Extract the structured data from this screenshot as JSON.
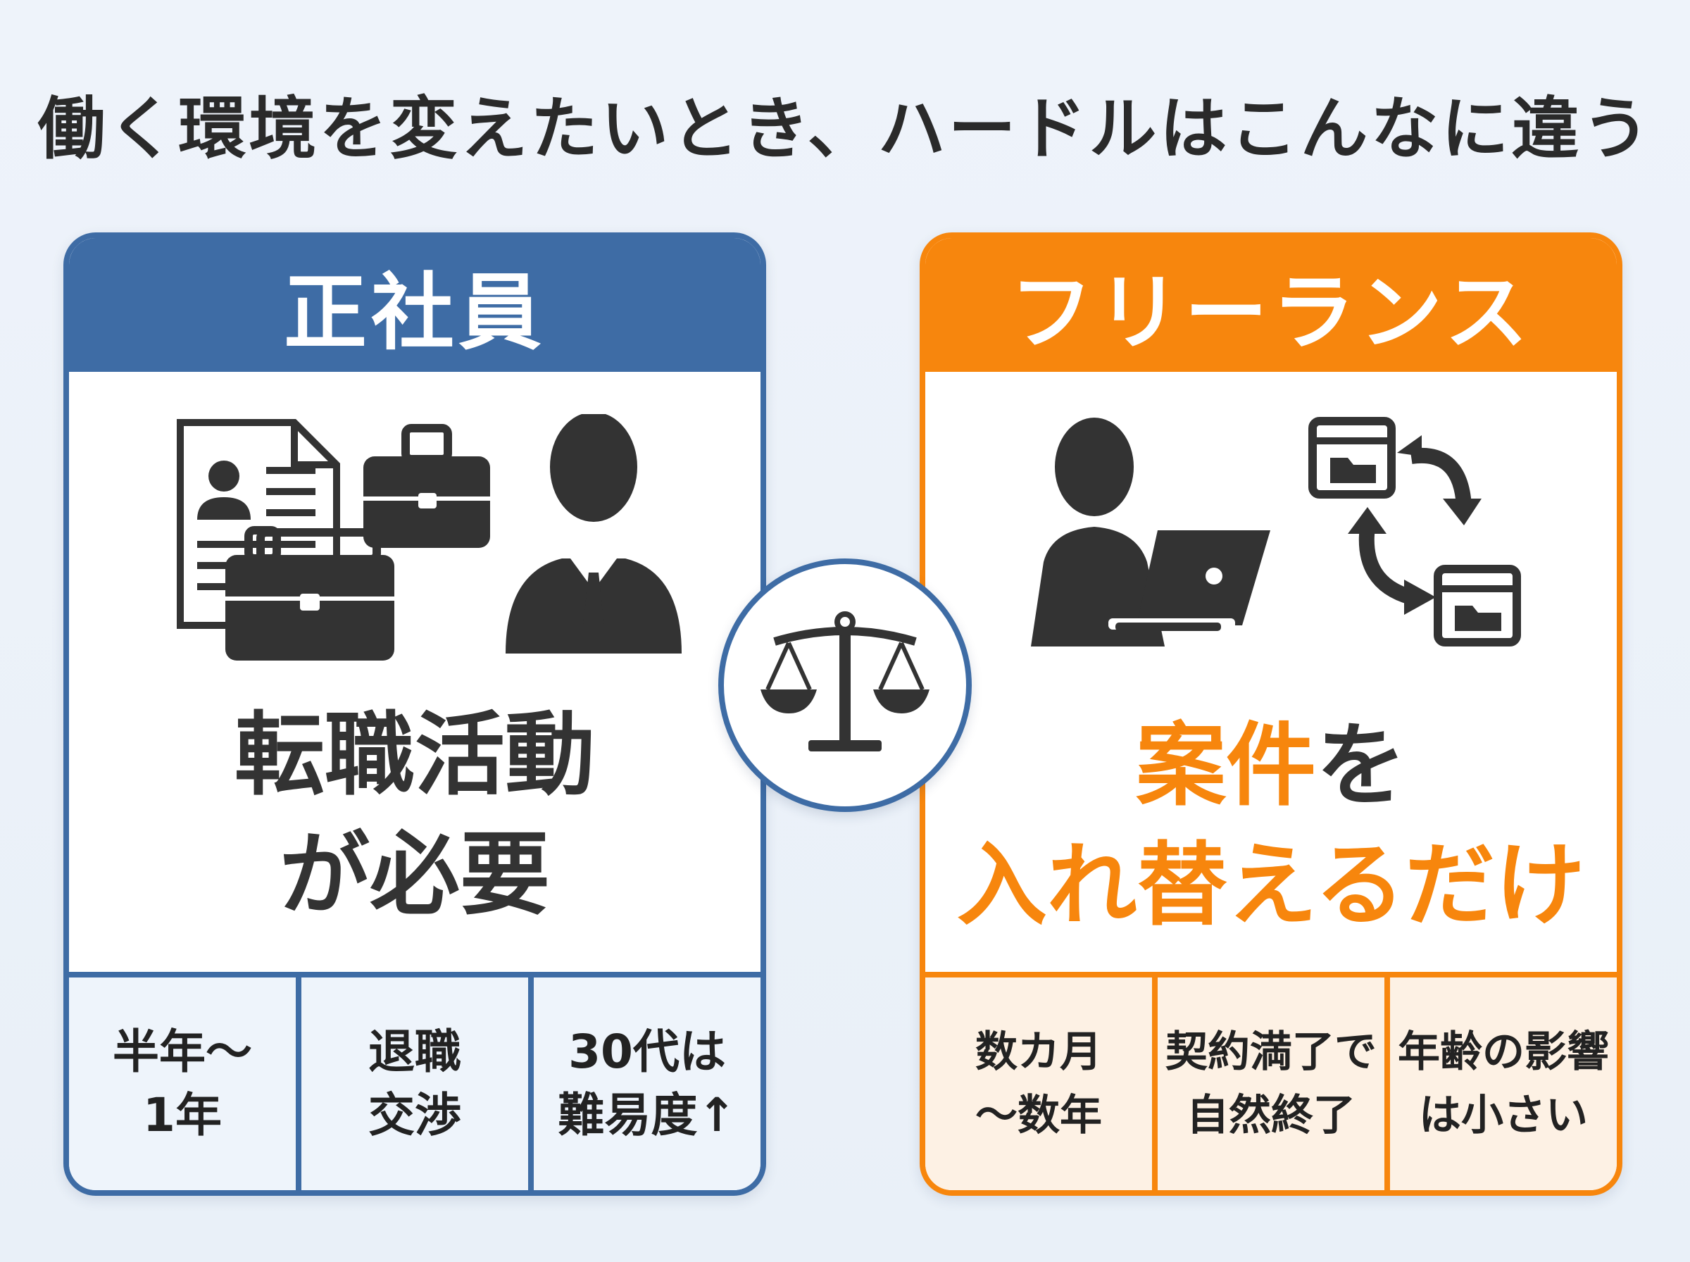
{
  "title": "働く環境を変えたいとき、ハードルはこんなに違う",
  "left": {
    "header": "正社員",
    "main_line1": "転職活動",
    "main_line2": "が必要",
    "cells": [
      "半年〜\n1年",
      "退職\n交渉",
      "30代は\n難易度↑"
    ],
    "color": "#3e6ca5"
  },
  "right": {
    "header": "フリーランス",
    "main_line1a": "案件",
    "main_line1b": "を",
    "main_line2": "入れ替えるだけ",
    "cells": [
      "数カ月\n〜数年",
      "契約満了で\n自然終了",
      "年齢の影響\nは小さい"
    ],
    "color": "#f7860d"
  },
  "icons": {
    "left": [
      "resume-icon",
      "briefcase-icon",
      "businessman-icon"
    ],
    "right": [
      "person-laptop-icon",
      "window-swap-icon"
    ],
    "center": "balance-scale-icon"
  }
}
